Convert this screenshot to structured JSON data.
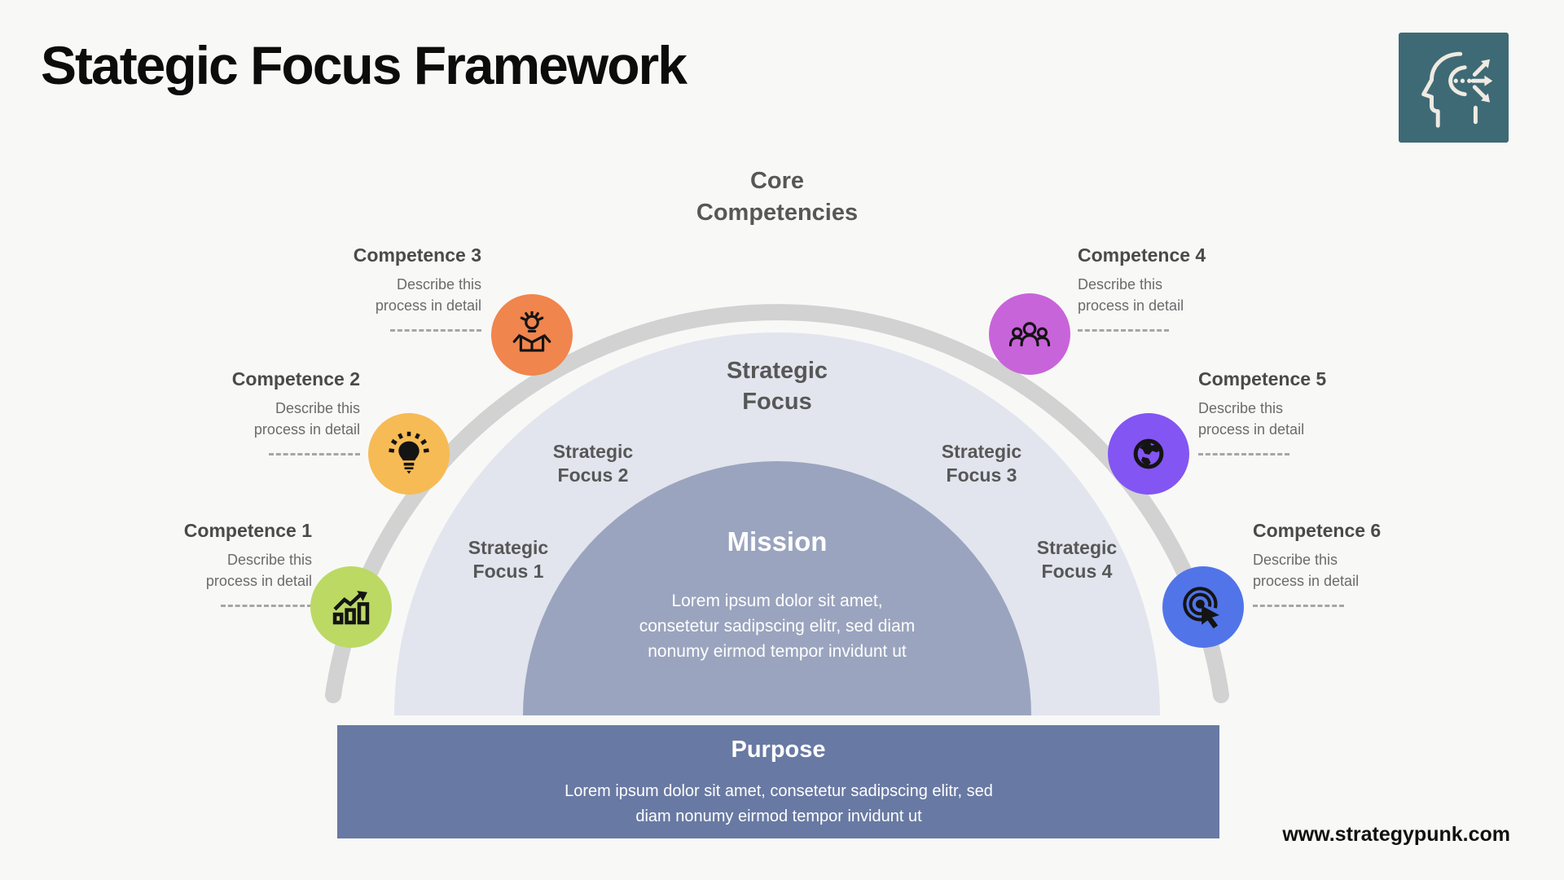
{
  "title": "Stategic Focus Framework",
  "website": "www.strategypunk.com",
  "core_competencies_label": "Core\nCompetencies",
  "strategic_focus": {
    "heading": "Strategic\nFocus",
    "items": [
      {
        "label": "Strategic\nFocus 1"
      },
      {
        "label": "Strategic\nFocus 2"
      },
      {
        "label": "Strategic\nFocus 3"
      },
      {
        "label": "Strategic\nFocus 4"
      }
    ]
  },
  "mission": {
    "title": "Mission",
    "body": "Lorem ipsum dolor sit amet,\nconsetetur sadipscing elitr, sed diam\nnonumy eirmod tempor invidunt ut"
  },
  "purpose": {
    "title": "Purpose",
    "body": "Lorem ipsum dolor sit amet, consetetur sadipscing elitr, sed\ndiam nonumy eirmod tempor invidunt ut"
  },
  "competences": [
    {
      "title": "Competence 1",
      "description": "Describe this\nprocess in detail",
      "icon": "growth-chart-icon",
      "color": "#bcd964"
    },
    {
      "title": "Competence 2",
      "description": "Describe this\nprocess in detail",
      "icon": "lightbulb-icon",
      "color": "#f6bb54"
    },
    {
      "title": "Competence 3",
      "description": "Describe this\nprocess in detail",
      "icon": "idea-box-icon",
      "color": "#f0854d"
    },
    {
      "title": "Competence 4",
      "description": "Describe this\nprocess in detail",
      "icon": "team-icon",
      "color": "#c864d9"
    },
    {
      "title": "Competence 5",
      "description": "Describe this\nprocess in detail",
      "icon": "globe-icon",
      "color": "#8355f2"
    },
    {
      "title": "Competence 6",
      "description": "Describe this\nprocess in detail",
      "icon": "click-target-icon",
      "color": "#5174e8"
    }
  ],
  "colors": {
    "background": "#f8f8f7",
    "arc": "#d2d2d2",
    "outer_semicircle": "#e2e5ee",
    "mission_semicircle": "#9aa4be",
    "purpose_bar": "#6879a3",
    "logo_background": "#3e6a75"
  }
}
